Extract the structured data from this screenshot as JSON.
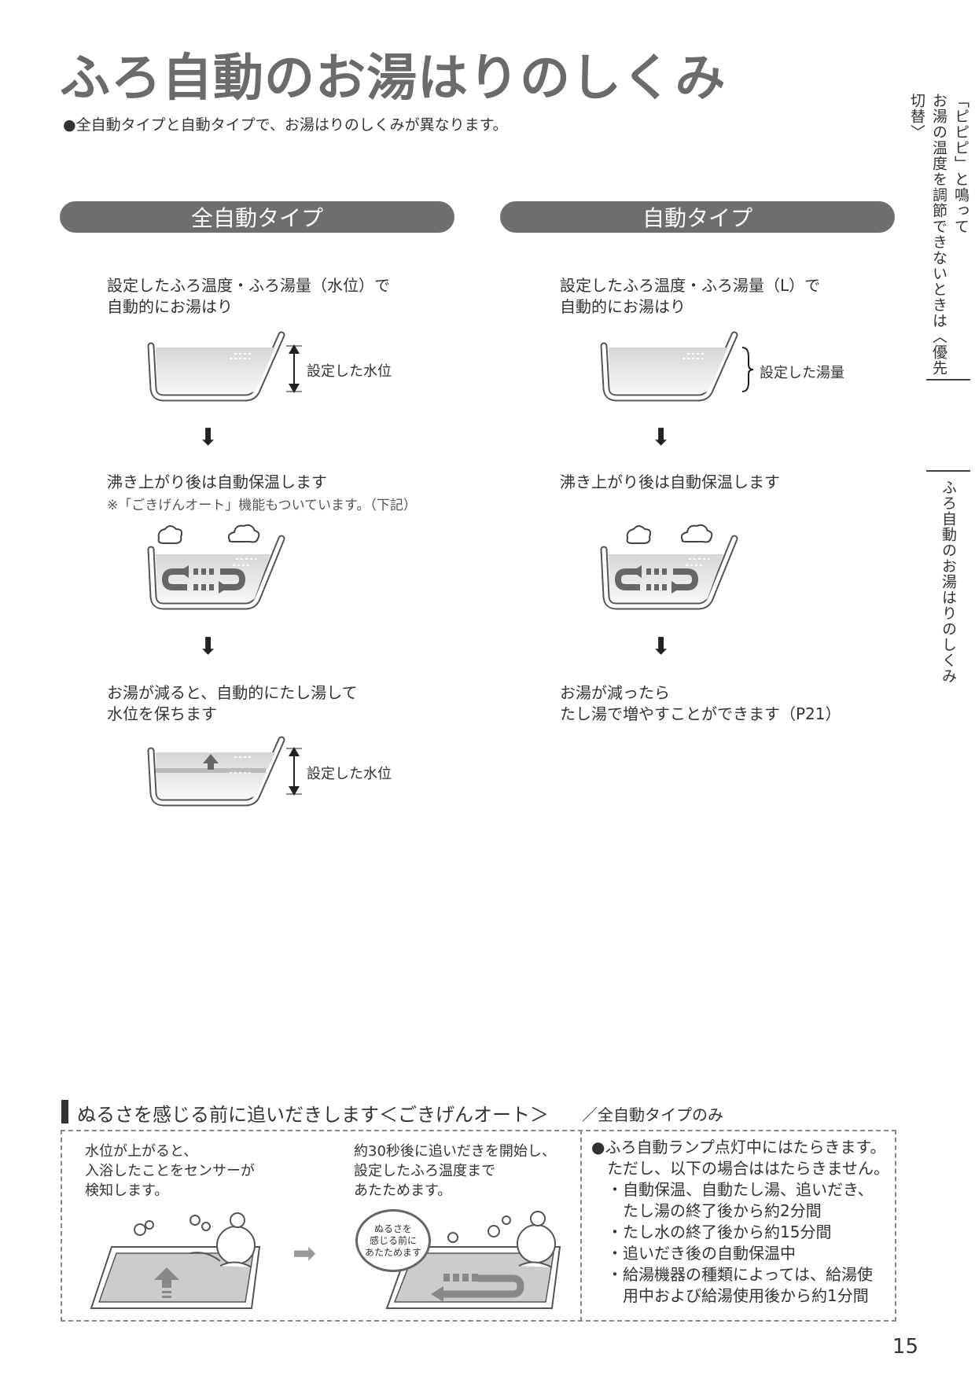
{
  "title": "ふろ自動のお湯はりのしくみ",
  "intro": "●全自動タイプと自動タイプで、お湯はりのしくみが異なります。",
  "side_tabs": [
    "「ピピピ」と鳴って\nお湯の温度を調節できないときは〈優先切替〉",
    "ふろ自動のお湯はりのしくみ"
  ],
  "columns": {
    "full_auto": {
      "label": "全自動タイプ",
      "step1": "設定したふろ温度・ふろ湯量（水位）で\n自動的にお湯はり",
      "step1_label": "設定した水位",
      "step2": "沸き上がり後は自動保温します",
      "step2_note": "※「ごきげんオート」機能もついています。（下記）",
      "step3": "お湯が減ると、自動的にたし湯して\n水位を保ちます",
      "step3_label": "設定した水位"
    },
    "auto": {
      "label": "自動タイプ",
      "step1": "設定したふろ温度・ふろ湯量（L）で\n自動的にお湯はり",
      "step1_label": "設定した湯量",
      "step2": "沸き上がり後は自動保温します",
      "step3": "お湯が減ったら\nたし湯で増やすことができます（P21）"
    }
  },
  "gokigen": {
    "title": "ぬるさを感じる前に追いだきします＜ごきげんオート＞",
    "subtitle": "／全自動タイプのみ",
    "step1": "水位が上がると、\n入浴したことをセンサーが\n検知します。",
    "step2": "約30秒後に追いだきを開始し、\n設定したふろ温度まで\nあたためます。",
    "bubble": "ぬるさを\n感じる前に\nあたためます",
    "bullets": [
      "●ふろ自動ランプ点灯中にはたらきます。",
      "　ただし、以下の場合ははたらきません。",
      "　・自動保温、自動たし湯、追いだき、",
      "　　たし湯の終了後から約2分間",
      "　・たし水の終了後から約15分間",
      "　・追いだき後の自動保温中",
      "　・給湯機器の種類によっては、給湯使",
      "　　用中および給湯使用後から約1分間"
    ]
  },
  "page_number": "15"
}
